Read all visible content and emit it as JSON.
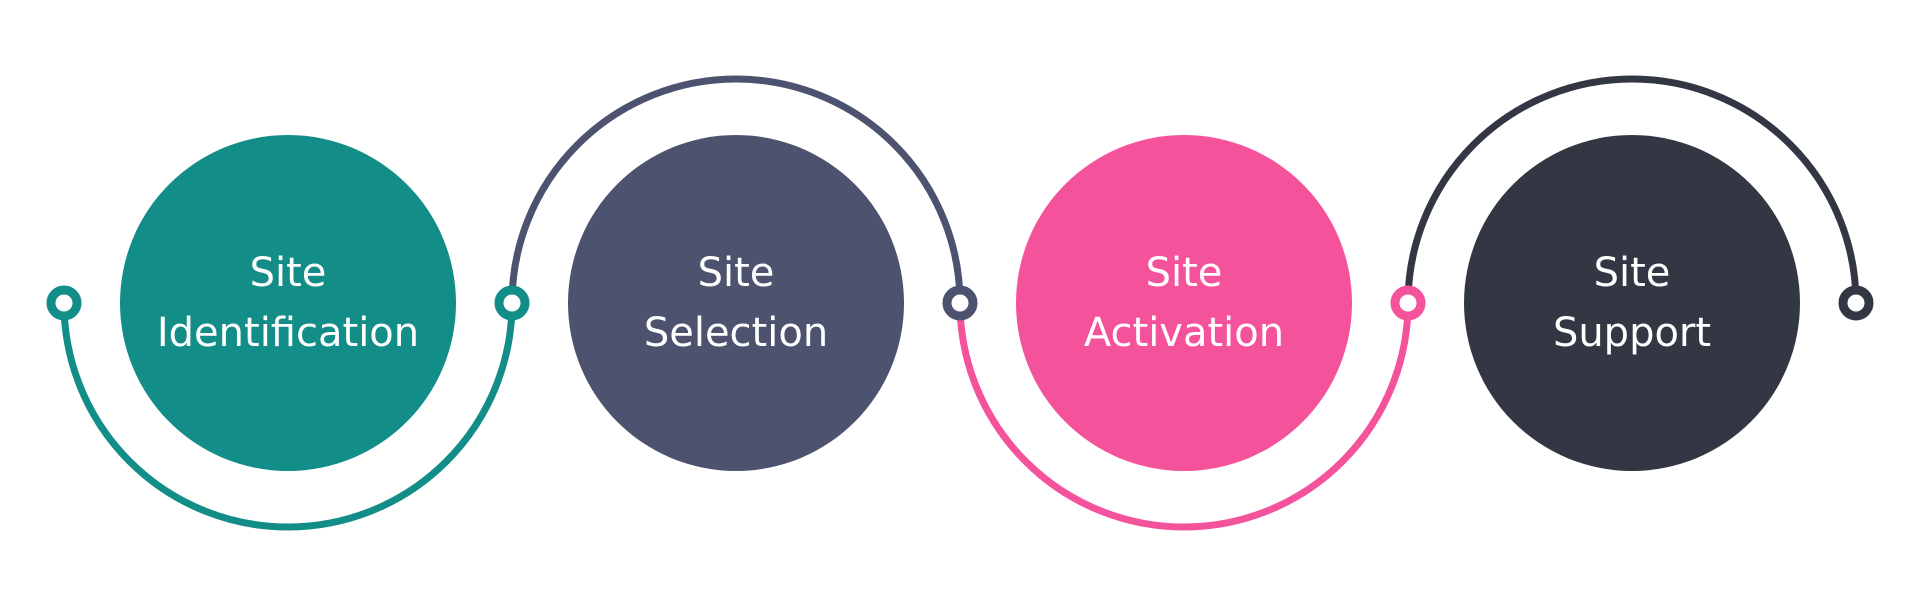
{
  "steps": [
    {
      "line1": "Site",
      "line2": "Identification",
      "color": "#138d88"
    },
    {
      "line1": "Site",
      "line2": "Selection",
      "color": "#4d526f"
    },
    {
      "line1": "Site",
      "line2": "Activation",
      "color": "#f5529c"
    },
    {
      "line1": "Site",
      "line2": "Support",
      "color": "#323743"
    }
  ]
}
